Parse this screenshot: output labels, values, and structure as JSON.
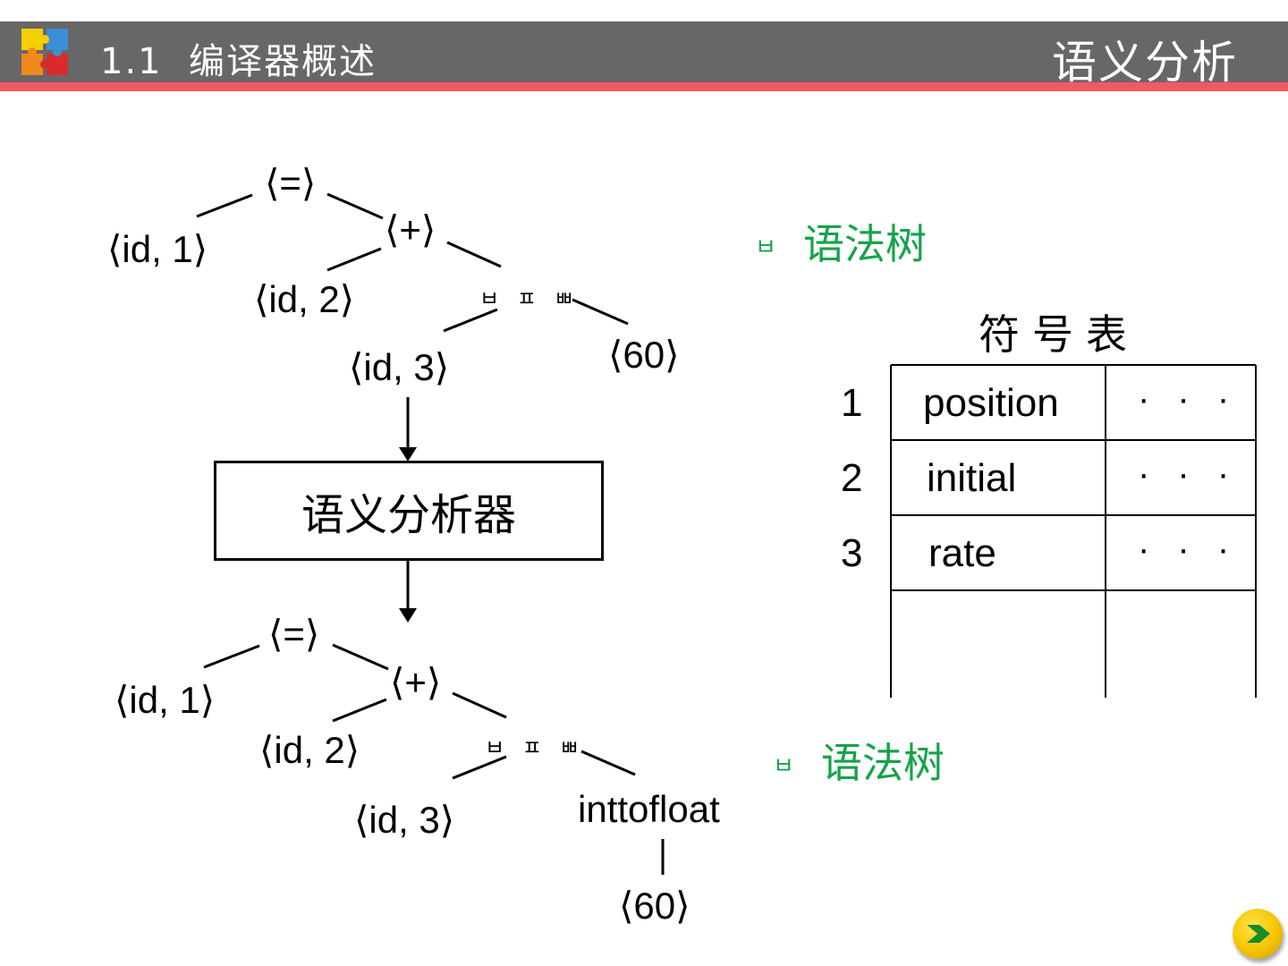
{
  "header": {
    "section": "1.1  编译器概述",
    "title": "语义分析"
  },
  "tree_top": {
    "assign": "⟨=⟩",
    "id1": "⟨id, 1⟩",
    "plus": "⟨+⟩",
    "id2": "⟨id, 2⟩",
    "mult": "ㅂ ㅍ ㅃ",
    "id3": "⟨id, 3⟩",
    "num": "⟨60⟩",
    "note_bullet": "ㅂ",
    "note": "语法树"
  },
  "analyzer": {
    "label": "语义分析器"
  },
  "tree_bottom": {
    "assign": "⟨=⟩",
    "id1": "⟨id, 1⟩",
    "plus": "⟨+⟩",
    "id2": "⟨id, 2⟩",
    "mult": "ㅂ ㅍ ㅃ",
    "id3": "⟨id, 3⟩",
    "conv": "inttofloat",
    "num": "⟨60⟩",
    "note_bullet": "ㅂ",
    "note": "语法树"
  },
  "symbol_table": {
    "title": "符号表",
    "rows": [
      {
        "index": "1",
        "name": "position",
        "info": "· · ·"
      },
      {
        "index": "2",
        "name": "initial",
        "info": "· · ·"
      },
      {
        "index": "3",
        "name": "rate",
        "info": "· · ·"
      }
    ]
  },
  "colors": {
    "header_bg": "#676767",
    "header_accent": "#f05a5f",
    "note_green": "#16a34a",
    "next_button": "#f5c400"
  },
  "icons": {
    "logo": "puzzle-logo-icon",
    "next": "next-arrow-icon"
  }
}
